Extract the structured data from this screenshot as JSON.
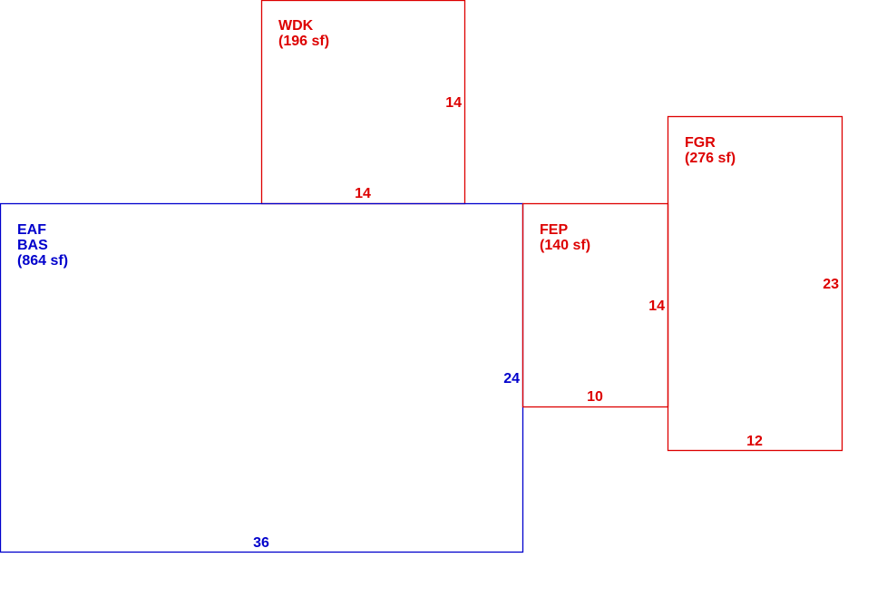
{
  "colors": {
    "main": "#0000cc",
    "addition": "#dd0000",
    "background": "#ffffff"
  },
  "areas": {
    "bas": {
      "code_1": "EAF",
      "code_2": "BAS",
      "area": "(864 sf)",
      "dim_side": "24",
      "dim_bottom": "36"
    },
    "wdk": {
      "code": "WDK",
      "area": "(196 sf)",
      "dim_side": "14",
      "dim_bottom": "14"
    },
    "fep": {
      "code": "FEP",
      "area": "(140 sf)",
      "dim_side": "14",
      "dim_bottom": "10"
    },
    "fgr": {
      "code": "FGR",
      "area": "(276 sf)",
      "dim_side": "23",
      "dim_bottom": "12"
    }
  }
}
